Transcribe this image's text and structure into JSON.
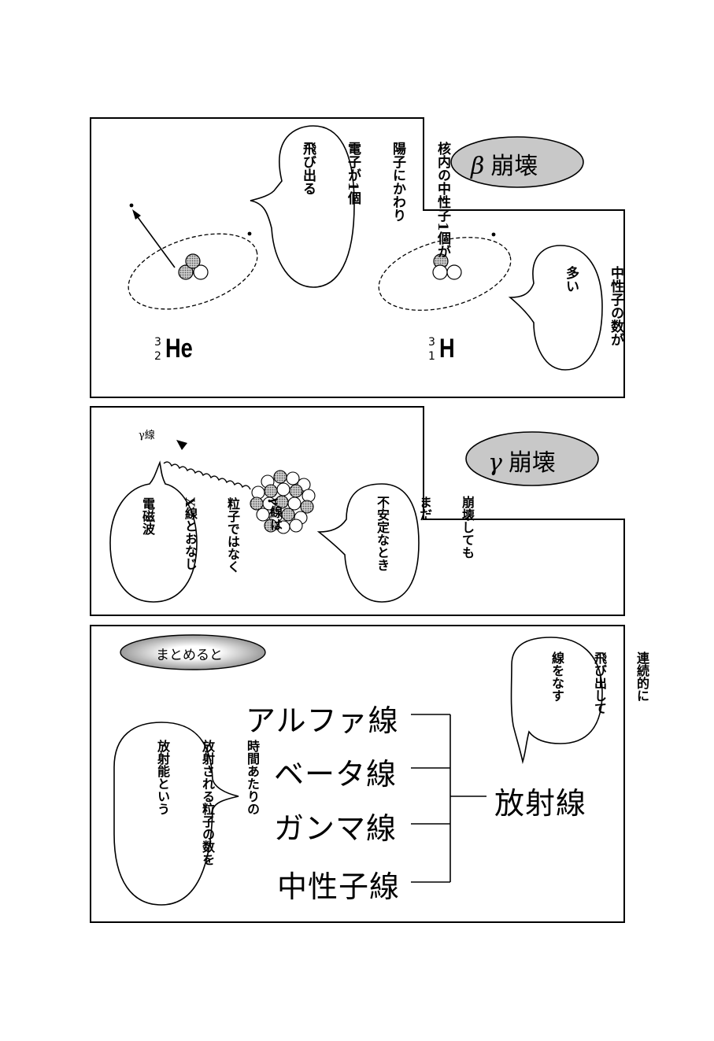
{
  "panel1": {
    "title_symbol": "β",
    "title_text": "崩壊",
    "bubble_decay": [
      "核内の中性子1個が",
      "陽子にかわり",
      "電子が1個",
      "飛び出る"
    ],
    "bubble_neutron": [
      "中性子の数が",
      "多い"
    ],
    "he_mass": "3",
    "he_atomic": "2",
    "he_symbol": "He",
    "h_mass": "3",
    "h_atomic": "1",
    "h_symbol": "H"
  },
  "panel2": {
    "title_symbol": "γ",
    "title_text": "崩壊",
    "ray_label": "γ線",
    "bubble_em": [
      "γ線は",
      "粒子ではなく",
      "X線とおなじ",
      "電磁波"
    ],
    "bubble_unstable": [
      "崩壊しても",
      "まだ",
      "不安定なとき"
    ]
  },
  "panel3": {
    "summary_label": "まとめると",
    "items": [
      "アルファ線",
      "ベータ線",
      "ガンマ線",
      "中性子線"
    ],
    "radiation": "放射線",
    "bubble_continuous": [
      "連続的に",
      "飛び出して",
      "線をなす"
    ],
    "bubble_activity": [
      "時間あたりの",
      "放射される粒子の数を",
      "放射能という"
    ]
  },
  "colors": {
    "ink": "#000000",
    "paper": "#ffffff",
    "screentone": "#b5b5b5"
  }
}
